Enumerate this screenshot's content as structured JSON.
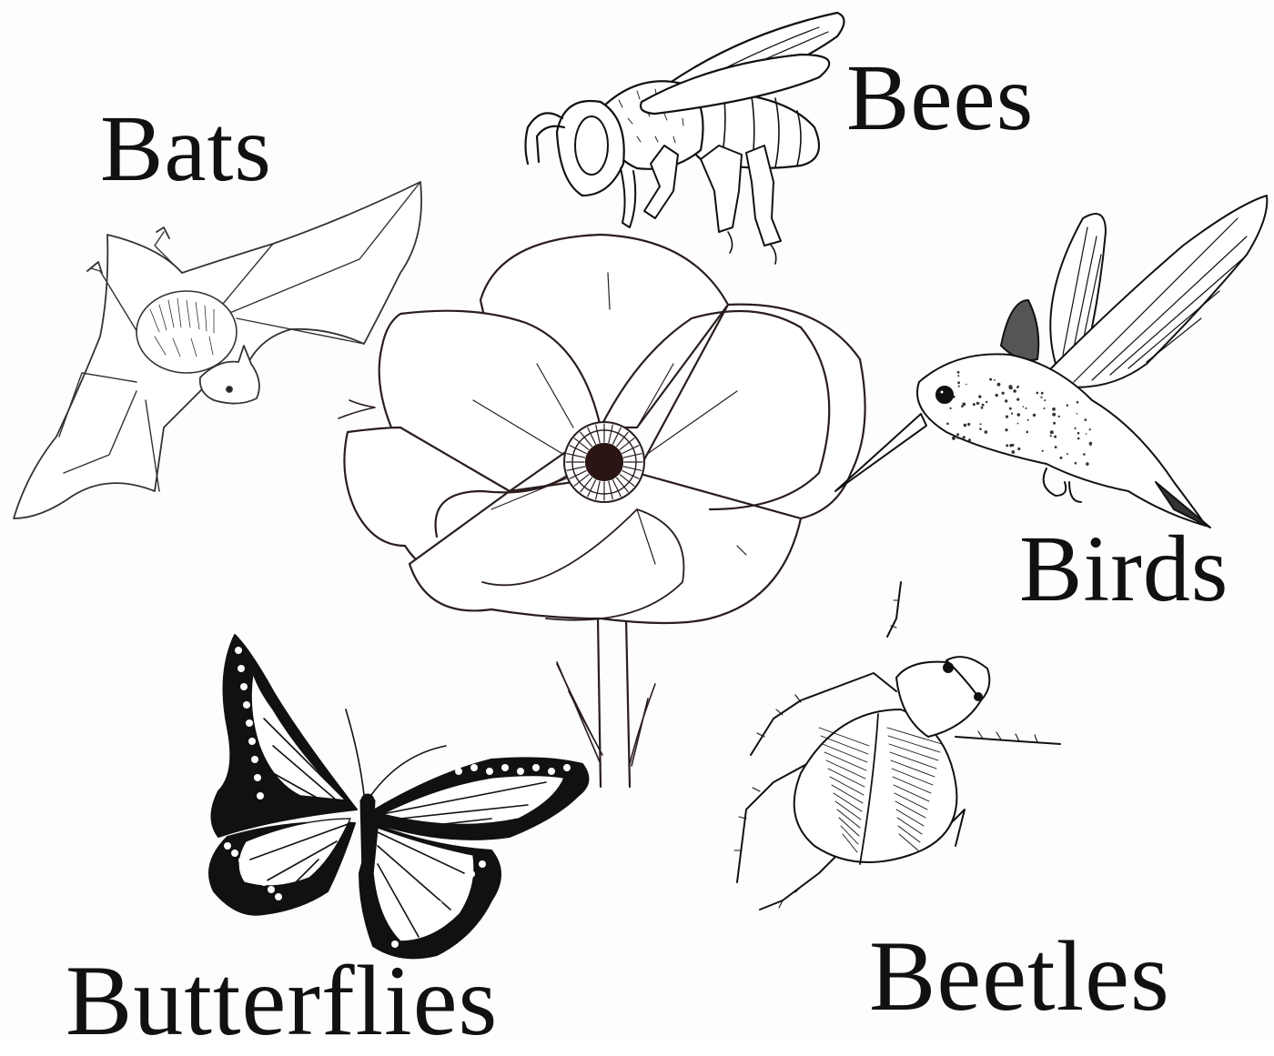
{
  "labels": {
    "bats": "Bats",
    "bees": "Bees",
    "birds": "Birds",
    "beetles": "Beetles",
    "butterflies": "Butterflies"
  },
  "icons": {
    "center": "flower-icon",
    "bats": "bat-icon",
    "bees": "bee-icon",
    "birds": "hummingbird-icon",
    "beetles": "beetle-icon",
    "butterflies": "butterfly-icon"
  },
  "colors": {
    "ink": "#111111",
    "flower_center": "#2a1414",
    "background": "#ffffff"
  }
}
